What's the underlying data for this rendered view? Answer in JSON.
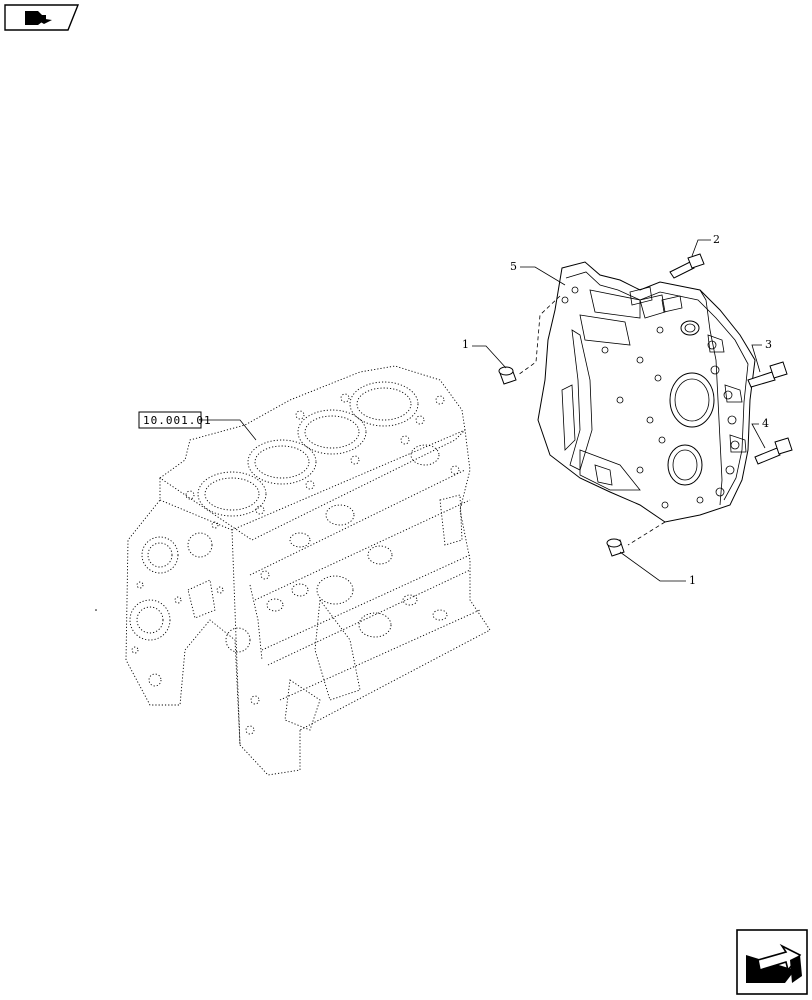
{
  "reference_label": "10.001.01",
  "callouts": [
    "1",
    "2",
    "3",
    "4",
    "5",
    "1"
  ],
  "icons": {
    "top_left": "folder-back-icon",
    "bottom_right": "next-page-arrow-icon"
  }
}
